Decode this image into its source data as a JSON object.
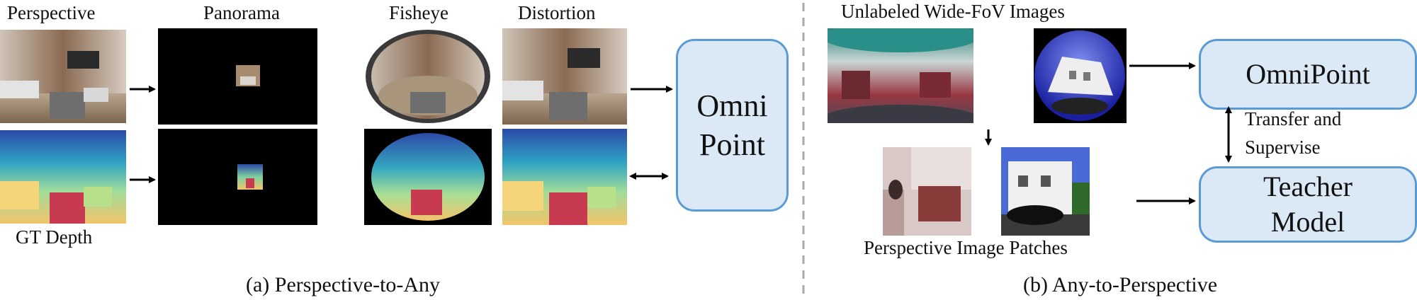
{
  "left": {
    "col_labels": {
      "perspective": "Perspective",
      "panorama": "Panorama",
      "fisheye": "Fisheye",
      "distortion": "Distortion"
    },
    "gt_depth_label": "GT Depth",
    "omni_box": {
      "line1": "Omni",
      "line2": "Point"
    },
    "caption": "(a) Perspective-to-Any"
  },
  "right": {
    "unlabeled_label": "Unlabeled Wide-FoV Images",
    "patches_label": "Perspective Image Patches",
    "omnipoint_box": "OmniPoint",
    "teacher_box": {
      "line1": "Teacher",
      "line2": "Model"
    },
    "transfer_label": {
      "line1": "Transfer and",
      "line2": "Supervise"
    },
    "caption": "(b) Any-to-Perspective"
  },
  "colors": {
    "box_fill": "#dbe8f6",
    "box_border": "#5b9bd5",
    "divider": "#aaaaaa"
  }
}
